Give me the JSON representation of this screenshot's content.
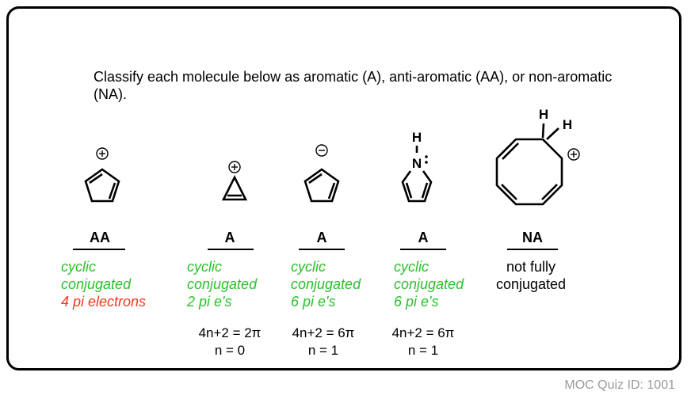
{
  "prompt": "Classify each molecule below as aromatic (A), anti-aromatic (AA), or non-aromatic (NA).",
  "charges": {
    "plus": "+",
    "minus": "−"
  },
  "atoms": {
    "N": "N",
    "H": "H"
  },
  "molecules": [
    {
      "answer": "AA",
      "notes": [
        {
          "text": "cyclic",
          "color": "green"
        },
        {
          "text": "conjugated",
          "color": "green"
        },
        {
          "text": "4 pi electrons",
          "color": "red"
        }
      ],
      "calc": "",
      "n": ""
    },
    {
      "answer": "A",
      "notes": [
        {
          "text": "cyclic",
          "color": "green"
        },
        {
          "text": "conjugated",
          "color": "green"
        },
        {
          "text": "2 pi e's",
          "color": "green"
        }
      ],
      "calc": "4n+2 = 2π",
      "n": "n = 0"
    },
    {
      "answer": "A",
      "notes": [
        {
          "text": "cyclic",
          "color": "green"
        },
        {
          "text": "conjugated",
          "color": "green"
        },
        {
          "text": "6 pi e's",
          "color": "green"
        }
      ],
      "calc": "4n+2 = 6π",
      "n": "n = 1"
    },
    {
      "answer": "A",
      "notes": [
        {
          "text": "cyclic",
          "color": "green"
        },
        {
          "text": "conjugated",
          "color": "green"
        },
        {
          "text": "6 pi e's",
          "color": "green"
        }
      ],
      "calc": "4n+2 = 6π",
      "n": "n = 1"
    },
    {
      "answer": "NA",
      "notes": [
        {
          "text": "not fully",
          "color": "black"
        },
        {
          "text": "conjugated",
          "color": "black"
        }
      ],
      "calc": "",
      "n": ""
    }
  ],
  "footer": {
    "quiz_id": "MOC Quiz ID: 1001"
  },
  "colors": {
    "green": "#2bc02b",
    "red": "#f0381f",
    "footer_gray": "#9b9b9b"
  }
}
